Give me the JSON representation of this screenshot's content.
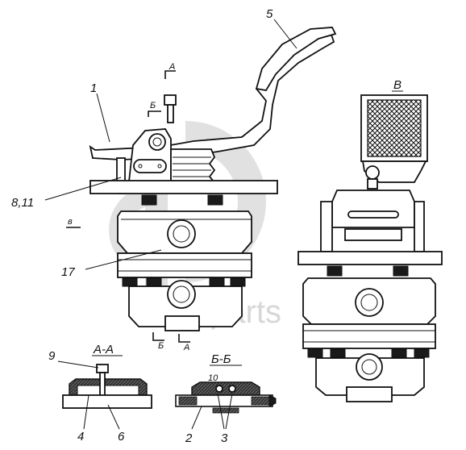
{
  "labels": {
    "part_5": "5",
    "part_1": "1",
    "part_8_11": "8,11",
    "part_17": "17",
    "view_b": "В",
    "view_b_arrow": "в",
    "section_a_mark": "А",
    "section_b_mark": "Б",
    "section_a_bottom": "А",
    "section_b_bottom": "Б",
    "section_aa_title": "А-А",
    "section_bb_title": "Б-Б",
    "part_9": "9",
    "part_4": "4",
    "part_6": "6",
    "part_2": "2",
    "part_3": "3",
    "part_10": "10"
  },
  "watermark": {
    "text": "dalta-parts",
    "color": "#c9c9c9"
  }
}
